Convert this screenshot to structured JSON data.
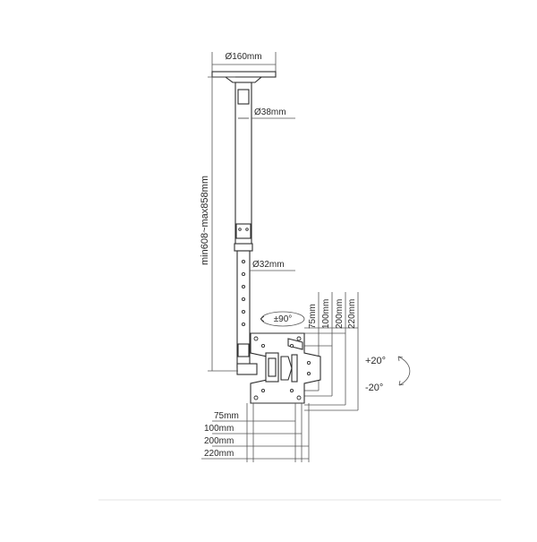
{
  "diagram": {
    "labels": {
      "base_diameter": "Ø160mm",
      "upper_tube_diameter": "Ø38mm",
      "lower_tube_diameter": "Ø32mm",
      "height_range": "min608~max858mm",
      "swivel": "±90°",
      "tilt_up": "+20°",
      "tilt_down": "-20°"
    },
    "vesa_vertical": [
      "75mm",
      "100mm",
      "200mm",
      "220mm"
    ],
    "vesa_horizontal": [
      "75mm",
      "100mm",
      "200mm",
      "220mm"
    ]
  },
  "colors": {
    "line": "#2e2e2e",
    "dimension": "#555555",
    "background": "#ffffff"
  }
}
